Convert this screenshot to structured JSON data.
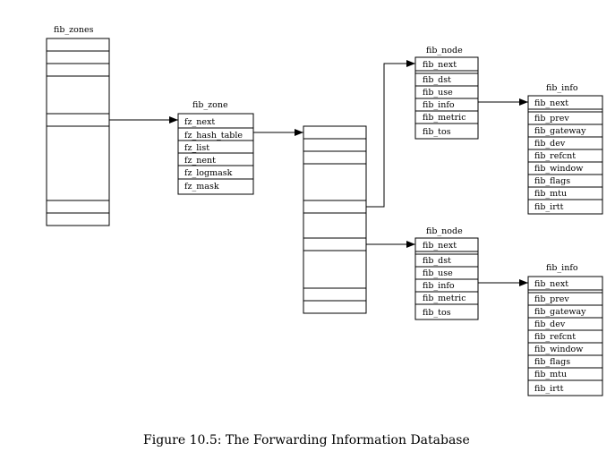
{
  "labels": {
    "fib_zones": "fib_zones",
    "fib_zone": "fib_zone",
    "fib_node_1": "fib_node",
    "fib_node_2": "fib_node",
    "fib_info_1": "fib_info",
    "fib_info_2": "fib_info"
  },
  "fib_zone_fields": [
    "fz_next",
    "fz_hash_table",
    "fz_list",
    "fz_nent",
    "fz_logmask",
    "fz_mask"
  ],
  "fib_node_fields": [
    "fib_next",
    "fib_dst",
    "fib_use",
    "fib_info",
    "fib_metric",
    "fib_tos"
  ],
  "fib_info_fields": [
    "fib_next",
    "fib_prev",
    "fib_gateway",
    "fib_dev",
    "fib_refcnt",
    "fib_window",
    "fib_flags",
    "fib_mtu",
    "fib_irtt"
  ],
  "caption": "Figure 10.5: The Forwarding Information Database"
}
